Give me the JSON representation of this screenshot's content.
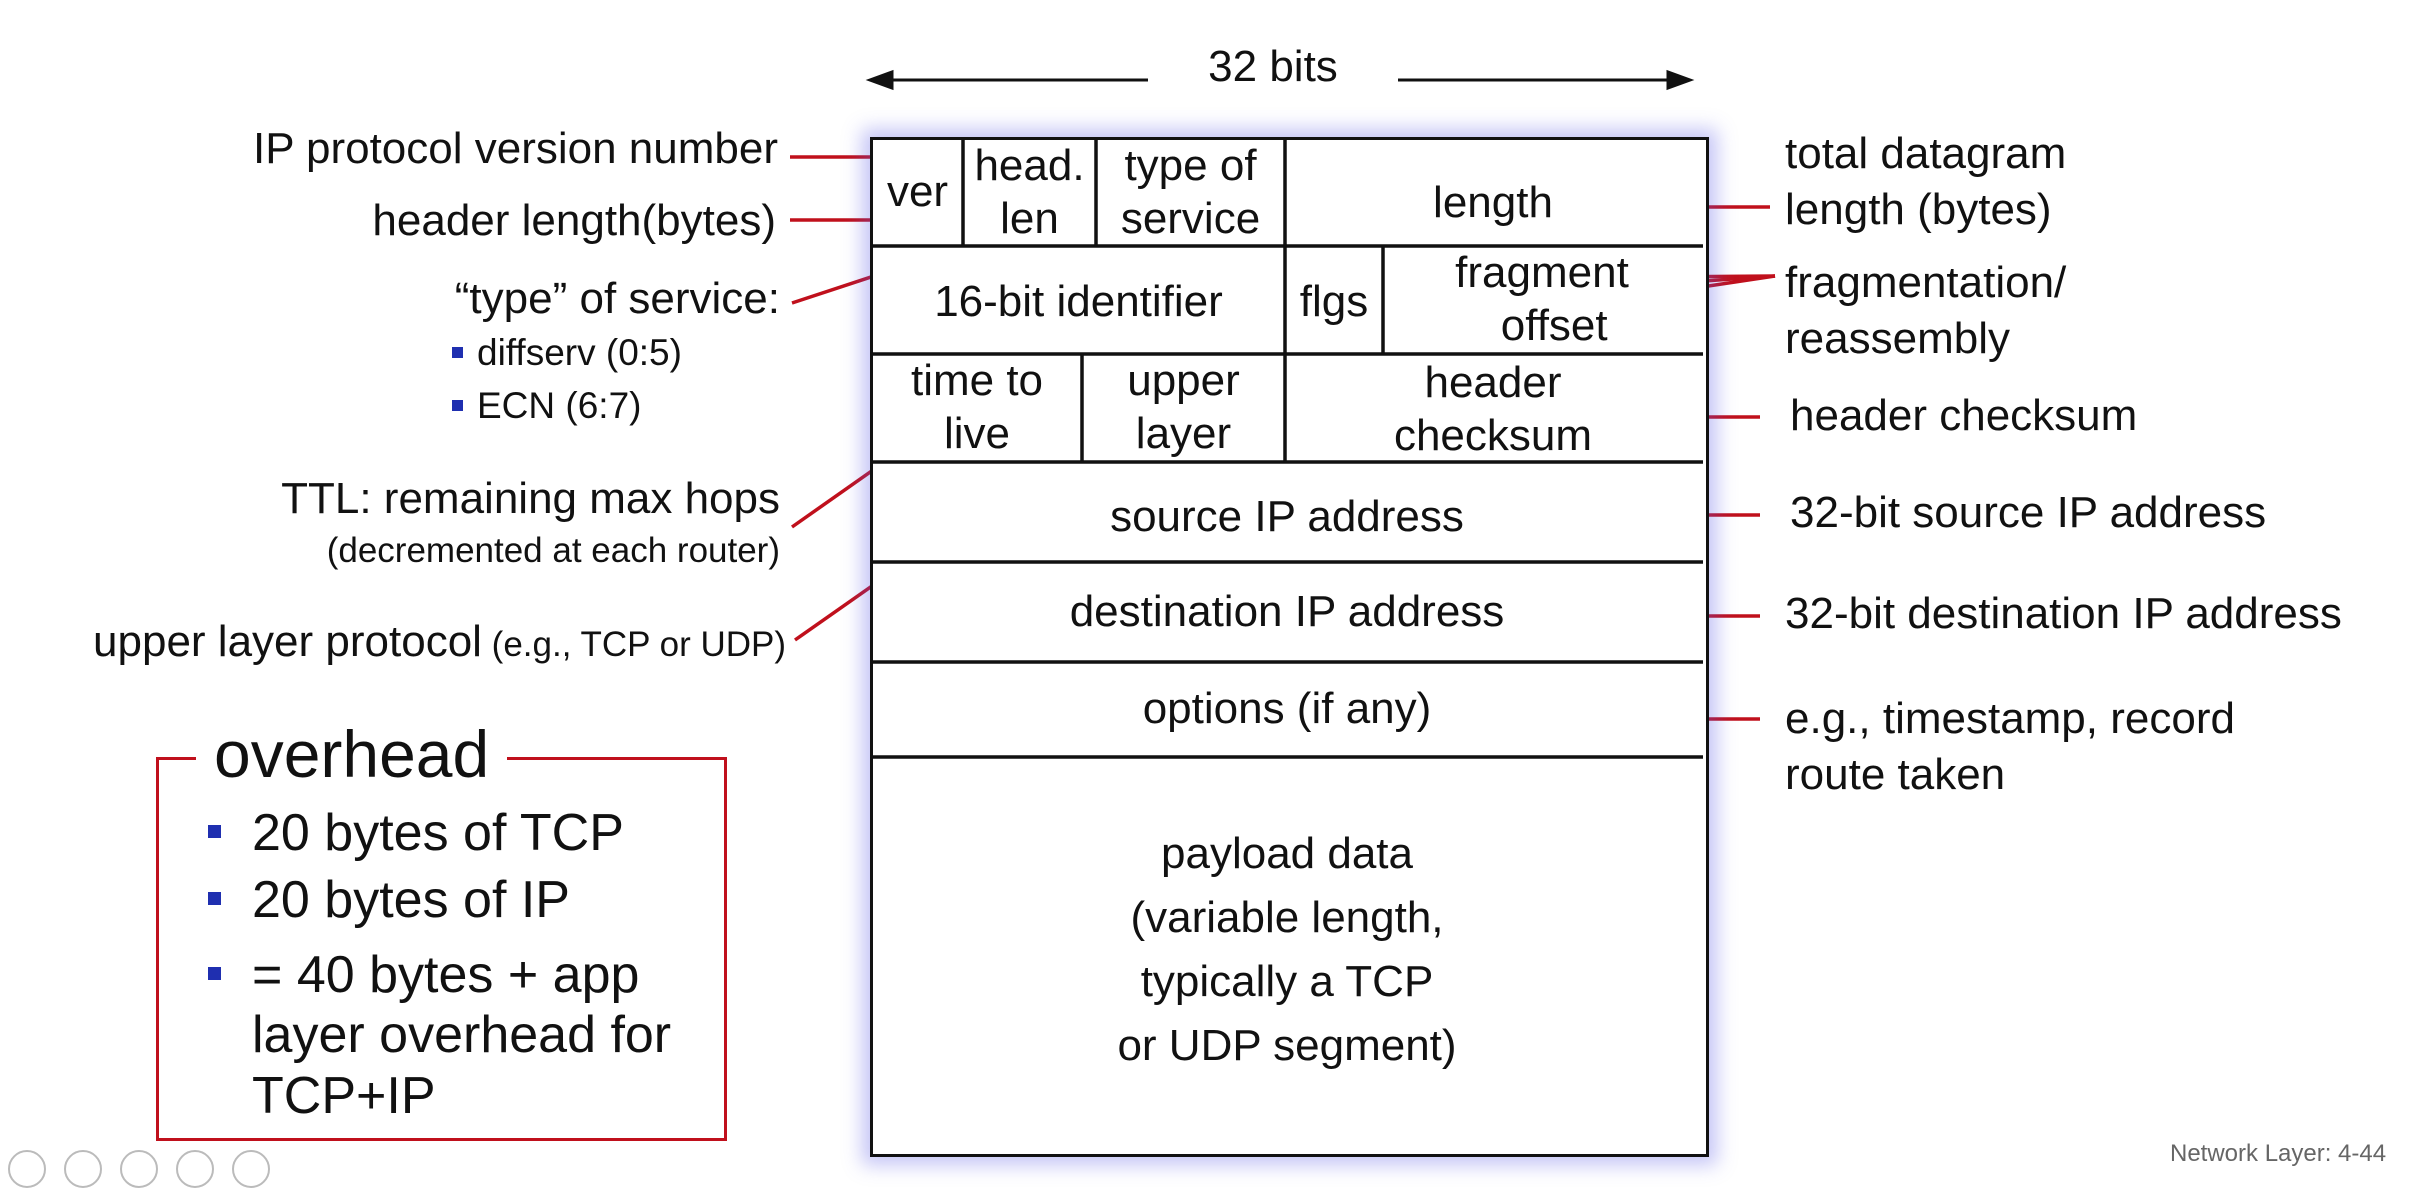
{
  "header": {
    "width_label": "32 bits"
  },
  "fields": {
    "ver": "ver",
    "head_len": [
      "head.",
      "len"
    ],
    "type_of_service": [
      "type of",
      "service"
    ],
    "length": "length",
    "identifier": "16-bit identifier",
    "flgs": "flgs",
    "fragment_offset": [
      "fragment",
      "offset"
    ],
    "time_to_live": [
      "time to",
      "live"
    ],
    "upper_layer": [
      "upper",
      "layer"
    ],
    "header_checksum": [
      "header",
      "checksum"
    ],
    "source_ip": "source IP address",
    "destination_ip": "destination IP address",
    "options": "options (if any)",
    "payload": [
      "payload data",
      "(variable length,",
      "typically a TCP",
      "or UDP segment)"
    ]
  },
  "left_labels": {
    "version": "IP protocol version number",
    "header_length": "header length(bytes)",
    "type_of_service": "“type” of service:",
    "tos_items": [
      "diffserv (0:5)",
      "ECN (6:7)"
    ],
    "ttl": "TTL: remaining  max hops",
    "ttl_note": "(decremented at each router)",
    "upper_layer_main": "upper layer protocol",
    "upper_layer_note": " (e.g., TCP or UDP)"
  },
  "right_labels": {
    "total_length": [
      "total datagram",
      "length (bytes)"
    ],
    "fragmentation": [
      "fragmentation/",
      "reassembly"
    ],
    "header_checksum": "header checksum",
    "source_ip": "32-bit source IP address",
    "destination_ip": "32-bit destination IP address",
    "options": [
      "e.g., timestamp, record",
      "route taken"
    ]
  },
  "overhead": {
    "title": "overhead",
    "items": [
      "20 bytes of TCP",
      "20 bytes of IP",
      "= 40 bytes + app",
      "layer overhead for",
      "TCP+IP"
    ]
  },
  "footer": "Network Layer: 4-44",
  "colors": {
    "accent_red": "#c0101c",
    "bullet_blue": "#1f2fb0",
    "box_glow": "#5a5ae6"
  }
}
